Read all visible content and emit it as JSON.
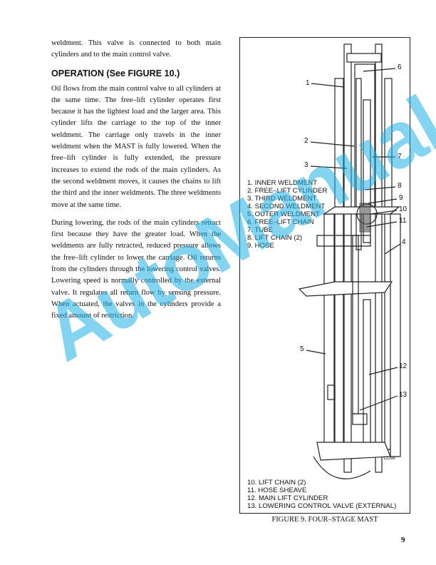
{
  "text": {
    "intro": "weldment. This valve is connected to both main cylinders and to the main control valve.",
    "heading": "OPERATION (See FIGURE 10.)",
    "para1": "Oil flows from the main control valve to all cylinders at the same time. The free–lift cylinder operates first because it has the lightest load and the larger area. This cylinder lifts the carriage to the top of the inner weldment. The carriage only travels in the inner weldment when the MAST is fully lowered. When the free–lift cylinder is fully extended, the pressure increases to extend the rods of the main cylinders. As the second weldment moves, it causes the chains to lift the third and the inner weldments. The three weldments move at the same time.",
    "para2": "During lowering, the rods of the main cylinders retract first because they have the greater load. When the weldments are fully retracted, reduced pressure allows the free–lift cylinder to lower the carriage. Oil returns from the cylinders through the lowering control valves. Lowering speed is normally controlled by the external valve. It regulates all return flow by sensing pressure. When actuated, the valves in the cylinders provide a fixed amount of restriction."
  },
  "figure": {
    "legend_top": [
      "1. INNER WELDMENT",
      "2. FREE–LIFT CYLINDER",
      "3. THIRD WELDMENT",
      "4. SECOND WELDMENT",
      "5. OUTER WELDMENT",
      "6. FREE–LIFT CHAIN",
      "7. TUBE",
      "8. LIFT CHAIN (2)",
      "9. HOSE"
    ],
    "legend_bottom": [
      "10. LIFT CHAIN (2)",
      "11. HOSE SHEAVE",
      "12. MAIN LIFT CYLINDER",
      "13. LOWERING CONTROL VALVE (EXTERNAL)"
    ],
    "callouts": [
      "1",
      "2",
      "3",
      "4",
      "5",
      "6",
      "7",
      "8",
      "9",
      "10",
      "11",
      "12",
      "13"
    ],
    "part_number": "12288",
    "caption": "FIGURE 9. FOUR–STAGE MAST"
  },
  "page_number": "9",
  "watermark": "AutoManual"
}
